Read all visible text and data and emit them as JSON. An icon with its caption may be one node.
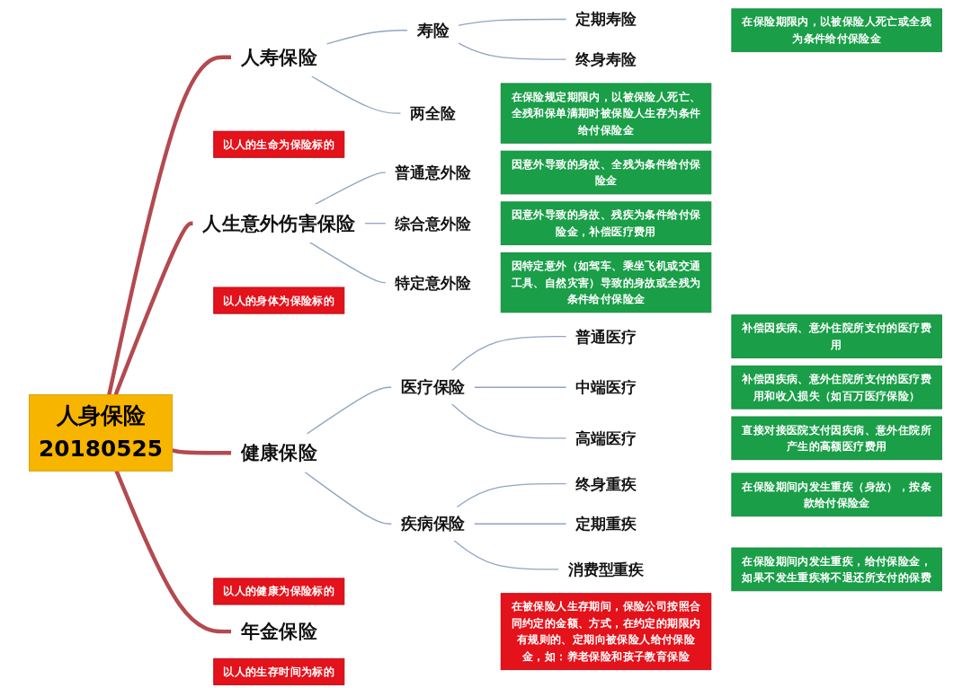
{
  "diagram": {
    "nodes": [
      {
        "text": [
          "人身保险",
          "20180525"
        ]
      },
      {
        "text": [
          "人寿保险"
        ]
      },
      {
        "text": [
          "以人的生命为保险标的"
        ]
      },
      {
        "text": [
          "寿险"
        ]
      },
      {
        "text": [
          "定期寿险"
        ]
      },
      {
        "text": [
          "终身寿险"
        ]
      },
      {
        "text": [
          "在保险期限内，以被保险人死亡或全残为条件给付保险金"
        ]
      },
      {
        "text": [
          "两全险"
        ]
      },
      {
        "text": [
          "在保险规定期限内，以被保险人死亡、全残和保单满期时被保险人生存为条件给付保险金"
        ]
      },
      {
        "text": [
          "人生意外伤害保险"
        ]
      },
      {
        "text": [
          "以人的身体为保险标的"
        ]
      },
      {
        "text": [
          "普通意外险"
        ]
      },
      {
        "text": [
          "因意外导致的身故、全残为条件给付保险金"
        ]
      },
      {
        "text": [
          "综合意外险"
        ]
      },
      {
        "text": [
          "因意外导致的身故、残疾为条件给付保险金，补偿医疗费用"
        ]
      },
      {
        "text": [
          "特定意外险"
        ]
      },
      {
        "text": [
          "因特定意外（如驾车、乘坐飞机或交通工具、自然灾害）导致的身故或全残为条件给付保险金"
        ]
      },
      {
        "text": [
          "健康保险"
        ]
      },
      {
        "text": [
          "以人的健康为保险标的"
        ]
      },
      {
        "text": [
          "医疗保险"
        ]
      },
      {
        "text": [
          "普通医疗"
        ]
      },
      {
        "text": [
          "补偿因疾病、意外住院所支付的医疗费用"
        ]
      },
      {
        "text": [
          "中端医疗"
        ]
      },
      {
        "text": [
          "补偿因疾病、意外住院所支付的医疗费用和收入损失（如百万医疗保险）"
        ]
      },
      {
        "text": [
          "高端医疗"
        ]
      },
      {
        "text": [
          "直接对接医院支付因疾病、意外住院所产生的高额医疗费用"
        ]
      },
      {
        "text": [
          "疾病保险"
        ]
      },
      {
        "text": [
          "终身重疾"
        ]
      },
      {
        "text": [
          "定期重疾"
        ]
      },
      {
        "text": [
          "在保险期间内发生重疾（身故），按条款给付保险金"
        ]
      },
      {
        "text": [
          "消费型重疾"
        ]
      },
      {
        "text": [
          "在保险期间内发生重疾，给付保险金，如果不发生重疾将不退还所支付的保费"
        ]
      },
      {
        "text": [
          "年金保险"
        ]
      },
      {
        "text": [
          "以人的生存时间为标的"
        ]
      },
      {
        "text": [
          "在被保险人生存期间，保险公司按照合同约定的金额、方式，在约定的期限内有规则的、定期向被保险人给付保险金，如：养老保险和孩子教育保险"
        ]
      }
    ],
    "edges": [
      {
        "from": 0,
        "to": 1,
        "arrow": "none",
        "style": "thick",
        "color": "#b34a50"
      },
      {
        "from": 0,
        "to": 9,
        "arrow": "none",
        "style": "thick",
        "color": "#b34a50"
      },
      {
        "from": 0,
        "to": 17,
        "arrow": "none",
        "style": "thick",
        "color": "#b34a50"
      },
      {
        "from": 0,
        "to": 32,
        "arrow": "none",
        "style": "thick",
        "color": "#b34a50"
      },
      {
        "from": 1,
        "to": 3,
        "arrow": "none"
      },
      {
        "from": 1,
        "to": 7,
        "arrow": "none"
      },
      {
        "from": 3,
        "to": 4,
        "arrow": "none"
      },
      {
        "from": 3,
        "to": 5,
        "arrow": "none"
      },
      {
        "from": 9,
        "to": 11,
        "arrow": "none"
      },
      {
        "from": 9,
        "to": 13,
        "arrow": "none"
      },
      {
        "from": 9,
        "to": 15,
        "arrow": "none"
      },
      {
        "from": 17,
        "to": 19,
        "arrow": "none"
      },
      {
        "from": 17,
        "to": 26,
        "arrow": "none"
      },
      {
        "from": 19,
        "to": 20,
        "arrow": "none"
      },
      {
        "from": 19,
        "to": 22,
        "arrow": "none"
      },
      {
        "from": 19,
        "to": 24,
        "arrow": "none"
      },
      {
        "from": 26,
        "to": 27,
        "arrow": "none"
      },
      {
        "from": 26,
        "to": 28,
        "arrow": "none"
      },
      {
        "from": 26,
        "to": 30,
        "arrow": "none"
      }
    ]
  }
}
